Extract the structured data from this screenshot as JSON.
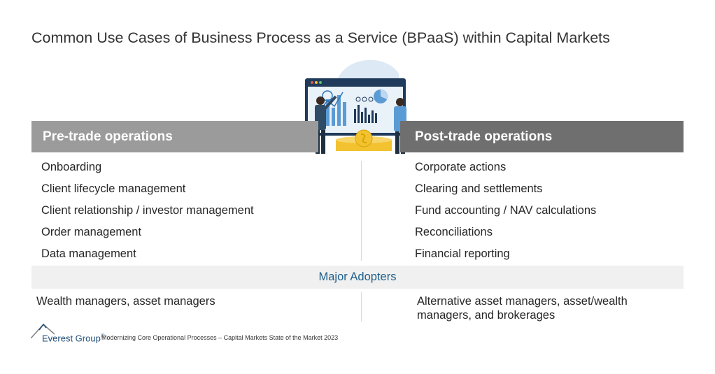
{
  "title": "Common Use Cases of Business Process as a Service (BPaaS) within Capital Markets",
  "pre_trade": {
    "header": "Pre-trade operations",
    "items": [
      "Onboarding",
      "Client lifecycle management",
      "Client relationship / investor management",
      "Order management",
      "Data management"
    ]
  },
  "post_trade": {
    "header": "Post-trade operations",
    "items": [
      "Corporate actions",
      "Clearing and settlements",
      "Fund accounting / NAV calculations",
      "Reconciliations",
      "Financial reporting"
    ]
  },
  "major_adopters": {
    "label": "Major Adopters",
    "pre_trade": "Wealth managers, asset managers",
    "post_trade": "Alternative asset managers, asset/wealth managers, and brokerages"
  },
  "footer": {
    "logo_name": "Everest Group",
    "logo_mark": "®",
    "source": "Modernizing Core Operational Processes – Capital Markets State of the Market 2023"
  },
  "colors": {
    "pre_header_bg": "#9b9b9b",
    "post_header_bg": "#6f6f6f",
    "band_bg": "#f0f0f0",
    "band_text": "#1f5f8b",
    "logo_blue": "#1f4e79"
  }
}
